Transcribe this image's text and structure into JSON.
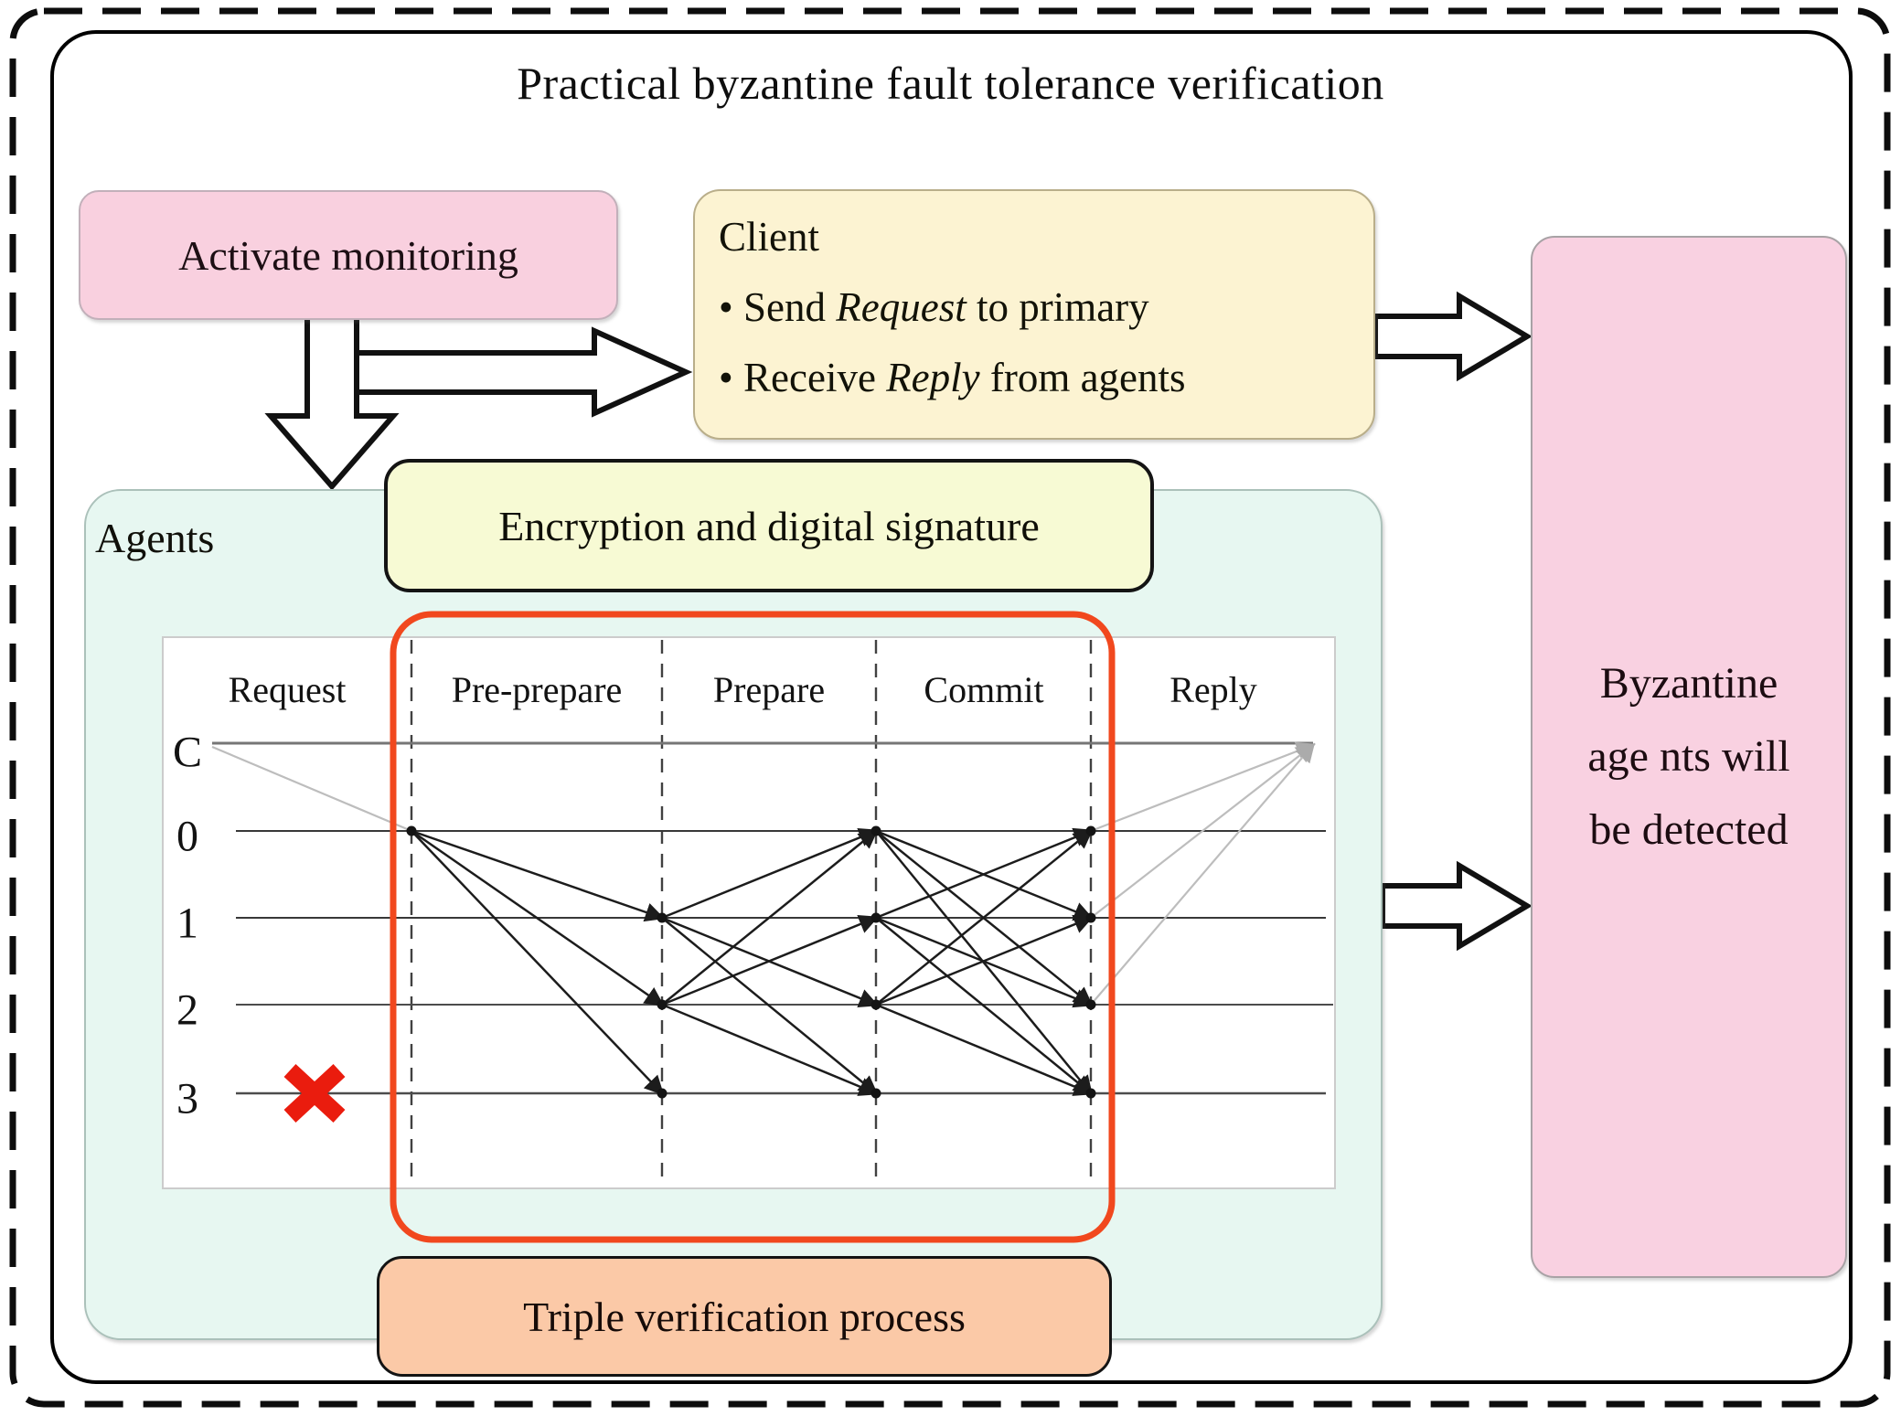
{
  "title": "Practical byzantine fault tolerance verification",
  "boxes": {
    "activate": {
      "label": "Activate monitoring",
      "fill": "#f9d0df"
    },
    "client": {
      "title": "Client",
      "bullet1": {
        "pre": "• Send ",
        "em": "Request",
        "post": " to primary"
      },
      "bullet2": {
        "pre": "• Receive ",
        "em": "Reply",
        "post": " from agents"
      },
      "fill": "#fcf3d2"
    },
    "byzantine": {
      "line1": "Byzantine",
      "line2": "age nts will",
      "line3": "be detected",
      "fill": "#f9d1e1"
    },
    "agents": {
      "label": "Agents",
      "fill": "#e7f7f1"
    },
    "encryption": {
      "label": "Encryption and digital signature",
      "fill": "#f7fad4"
    },
    "triple": {
      "label": "Triple verification process",
      "fill": "#fbc9a7"
    }
  },
  "diagram": {
    "phases": [
      "Request",
      "Pre-prepare",
      "Prepare",
      "Commit",
      "Reply"
    ],
    "agents": [
      "C",
      "0",
      "1",
      "2",
      "3"
    ],
    "faulty_agent": "3",
    "highlighted_phases": [
      "Pre-prepare",
      "Prepare",
      "Commit"
    ],
    "messages": {
      "request": [
        {
          "from": "C",
          "to": "0"
        }
      ],
      "pre_prepare": [
        {
          "from": "0",
          "to": "1"
        },
        {
          "from": "0",
          "to": "2"
        },
        {
          "from": "0",
          "to": "3"
        }
      ],
      "prepare": [
        {
          "from": "1",
          "to": "0"
        },
        {
          "from": "1",
          "to": "2"
        },
        {
          "from": "1",
          "to": "3"
        },
        {
          "from": "2",
          "to": "0"
        },
        {
          "from": "2",
          "to": "1"
        },
        {
          "from": "2",
          "to": "3"
        }
      ],
      "commit": [
        {
          "from": "0",
          "to": "1"
        },
        {
          "from": "0",
          "to": "2"
        },
        {
          "from": "0",
          "to": "3"
        },
        {
          "from": "1",
          "to": "0"
        },
        {
          "from": "1",
          "to": "2"
        },
        {
          "from": "1",
          "to": "3"
        },
        {
          "from": "2",
          "to": "0"
        },
        {
          "from": "2",
          "to": "1"
        },
        {
          "from": "2",
          "to": "3"
        }
      ],
      "reply": [
        {
          "from": "0",
          "to": "C"
        },
        {
          "from": "1",
          "to": "C"
        },
        {
          "from": "2",
          "to": "C"
        }
      ]
    },
    "colors": {
      "highlight_border": "#f1481e",
      "fault_marker": "#ea1c0e",
      "message_line": "#1c1c1c",
      "client_line": "#bdbdbd"
    }
  }
}
